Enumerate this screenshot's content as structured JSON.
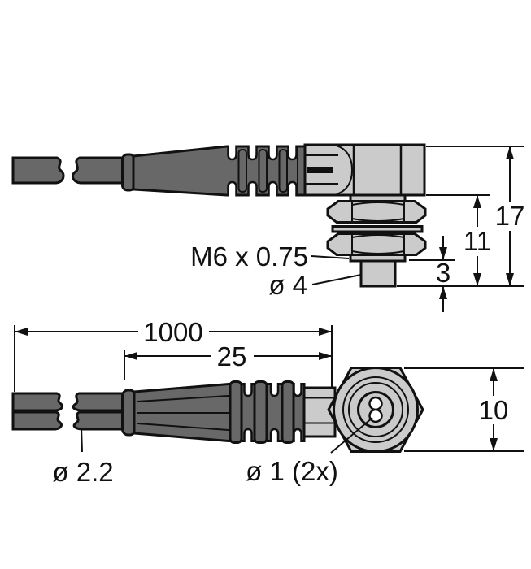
{
  "drawing": {
    "title": "right-angle fiber optic sensor cable - dimensional drawing",
    "colors": {
      "cable_dark_gray": "#686868",
      "metal_light_gray": "#cbcbcb",
      "line_black": "#111111",
      "background": "#ffffff"
    },
    "side_view": {
      "dim_total": "17",
      "dim_thread": "11",
      "dim_tip": "3",
      "label_thread": "M6 x 0.75",
      "label_tip_dia": "ø 4"
    },
    "top_view": {
      "dim_length": "1000",
      "dim_body": "25",
      "dim_across_flats": "10",
      "label_cable_dia": "ø 2.2",
      "label_holes": "ø 1 (2x)"
    }
  }
}
